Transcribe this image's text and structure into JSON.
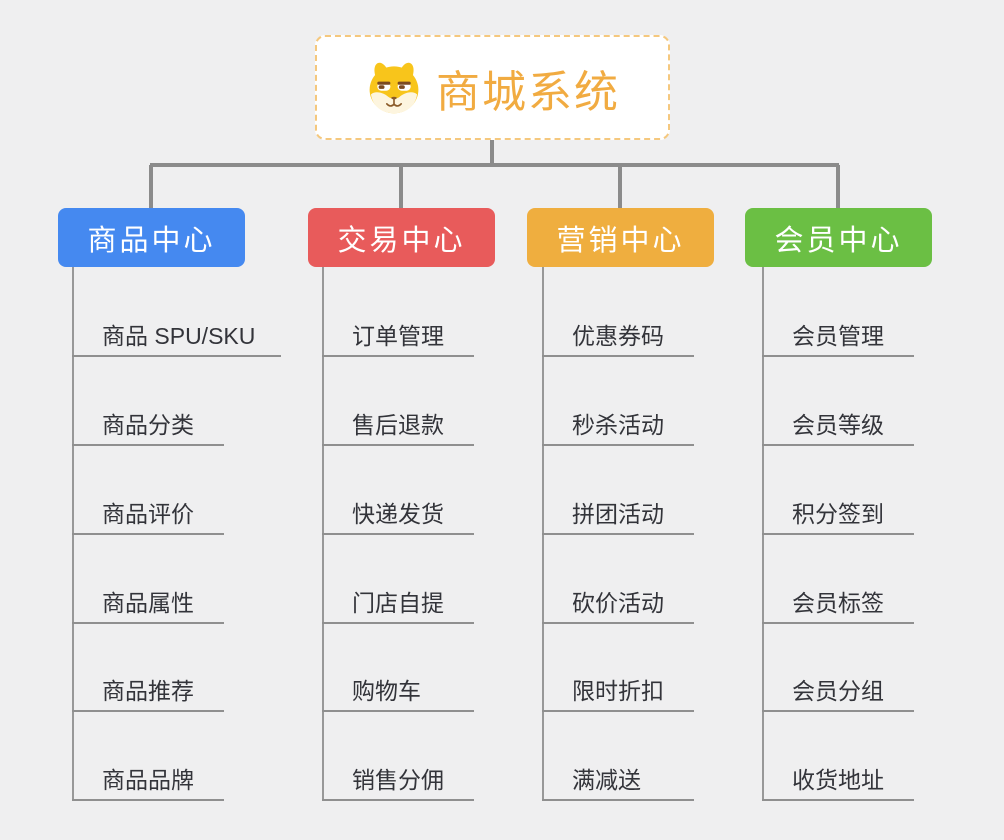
{
  "root": {
    "title": "商城系统",
    "icon": "dog-face-icon",
    "title_color": "#f1ab41",
    "border_color": "#f5c87e"
  },
  "colors": {
    "background": "#efeff0",
    "connector_line": "#8b8b8b",
    "leaf_text": "#33343a"
  },
  "branches": [
    {
      "label": "商品中心",
      "color": "#4589f0",
      "items": [
        "商品 SPU/SKU",
        "商品分类",
        "商品评价",
        "商品属性",
        "商品推荐",
        "商品品牌"
      ]
    },
    {
      "label": "交易中心",
      "color": "#e85b5b",
      "items": [
        "订单管理",
        "售后退款",
        "快递发货",
        "门店自提",
        "购物车",
        "销售分佣"
      ]
    },
    {
      "label": "营销中心",
      "color": "#efae3f",
      "items": [
        "优惠券码",
        "秒杀活动",
        "拼团活动",
        "砍价活动",
        "限时折扣",
        "满减送"
      ]
    },
    {
      "label": "会员中心",
      "color": "#6bbf44",
      "items": [
        "会员管理",
        "会员等级",
        "积分签到",
        "会员标签",
        "会员分组",
        "收货地址"
      ]
    }
  ]
}
